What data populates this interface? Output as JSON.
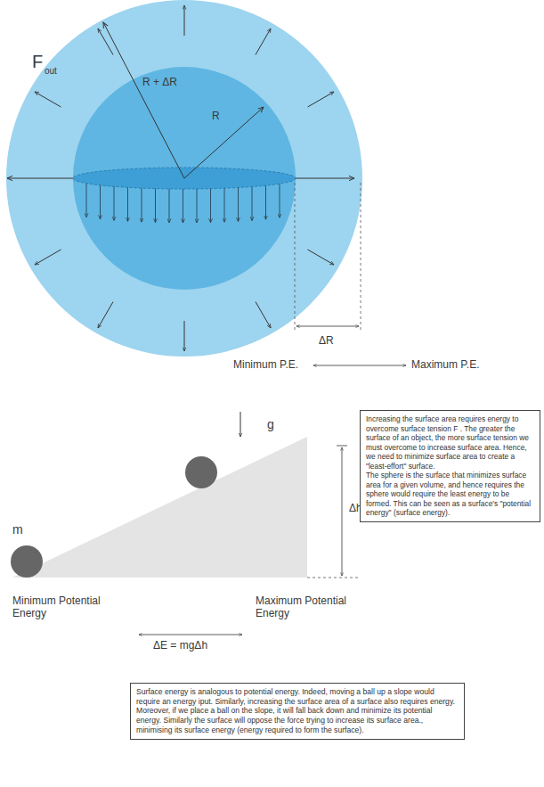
{
  "diagram": {
    "nodes": [
      {
        "text": [
          "Increasing the surface area requires energy to overcome surface tension F . The greater the surface of an object, the more surface tension we must overcome to increase surface area. Hence, we need to minimize surface area to create a \"least-effort\" surface.",
          "The sphere is the surface that minimizes surface area for a given volume, and hence requires the sphere would require the least energy to be formed. This can be seen as a surface's \"potential energy\" (surface energy)."
        ]
      },
      {
        "text": [
          "Surface energy is analogous to potential energy. Indeed, moving a ball up a slope would require an energy iput. Similarly, increasing the surface area of a surface also requires energy. Moreover, if we place a ball on the slope, it will fall back down and minimize its potential energy. Similarly the surface will oppose the force trying to increase its surface area., minimising its surface energy (energy required to form the surface)."
        ]
      }
    ],
    "labels": [
      "R + ΔR",
      "R",
      "F",
      "out",
      "ΔR",
      "Minimum P.E.",
      "Maximum P.E.",
      "g",
      "m",
      "Δh",
      "Minimum Potential Energy",
      "Maximum Potential Energy",
      "ΔE = mgΔh"
    ]
  }
}
